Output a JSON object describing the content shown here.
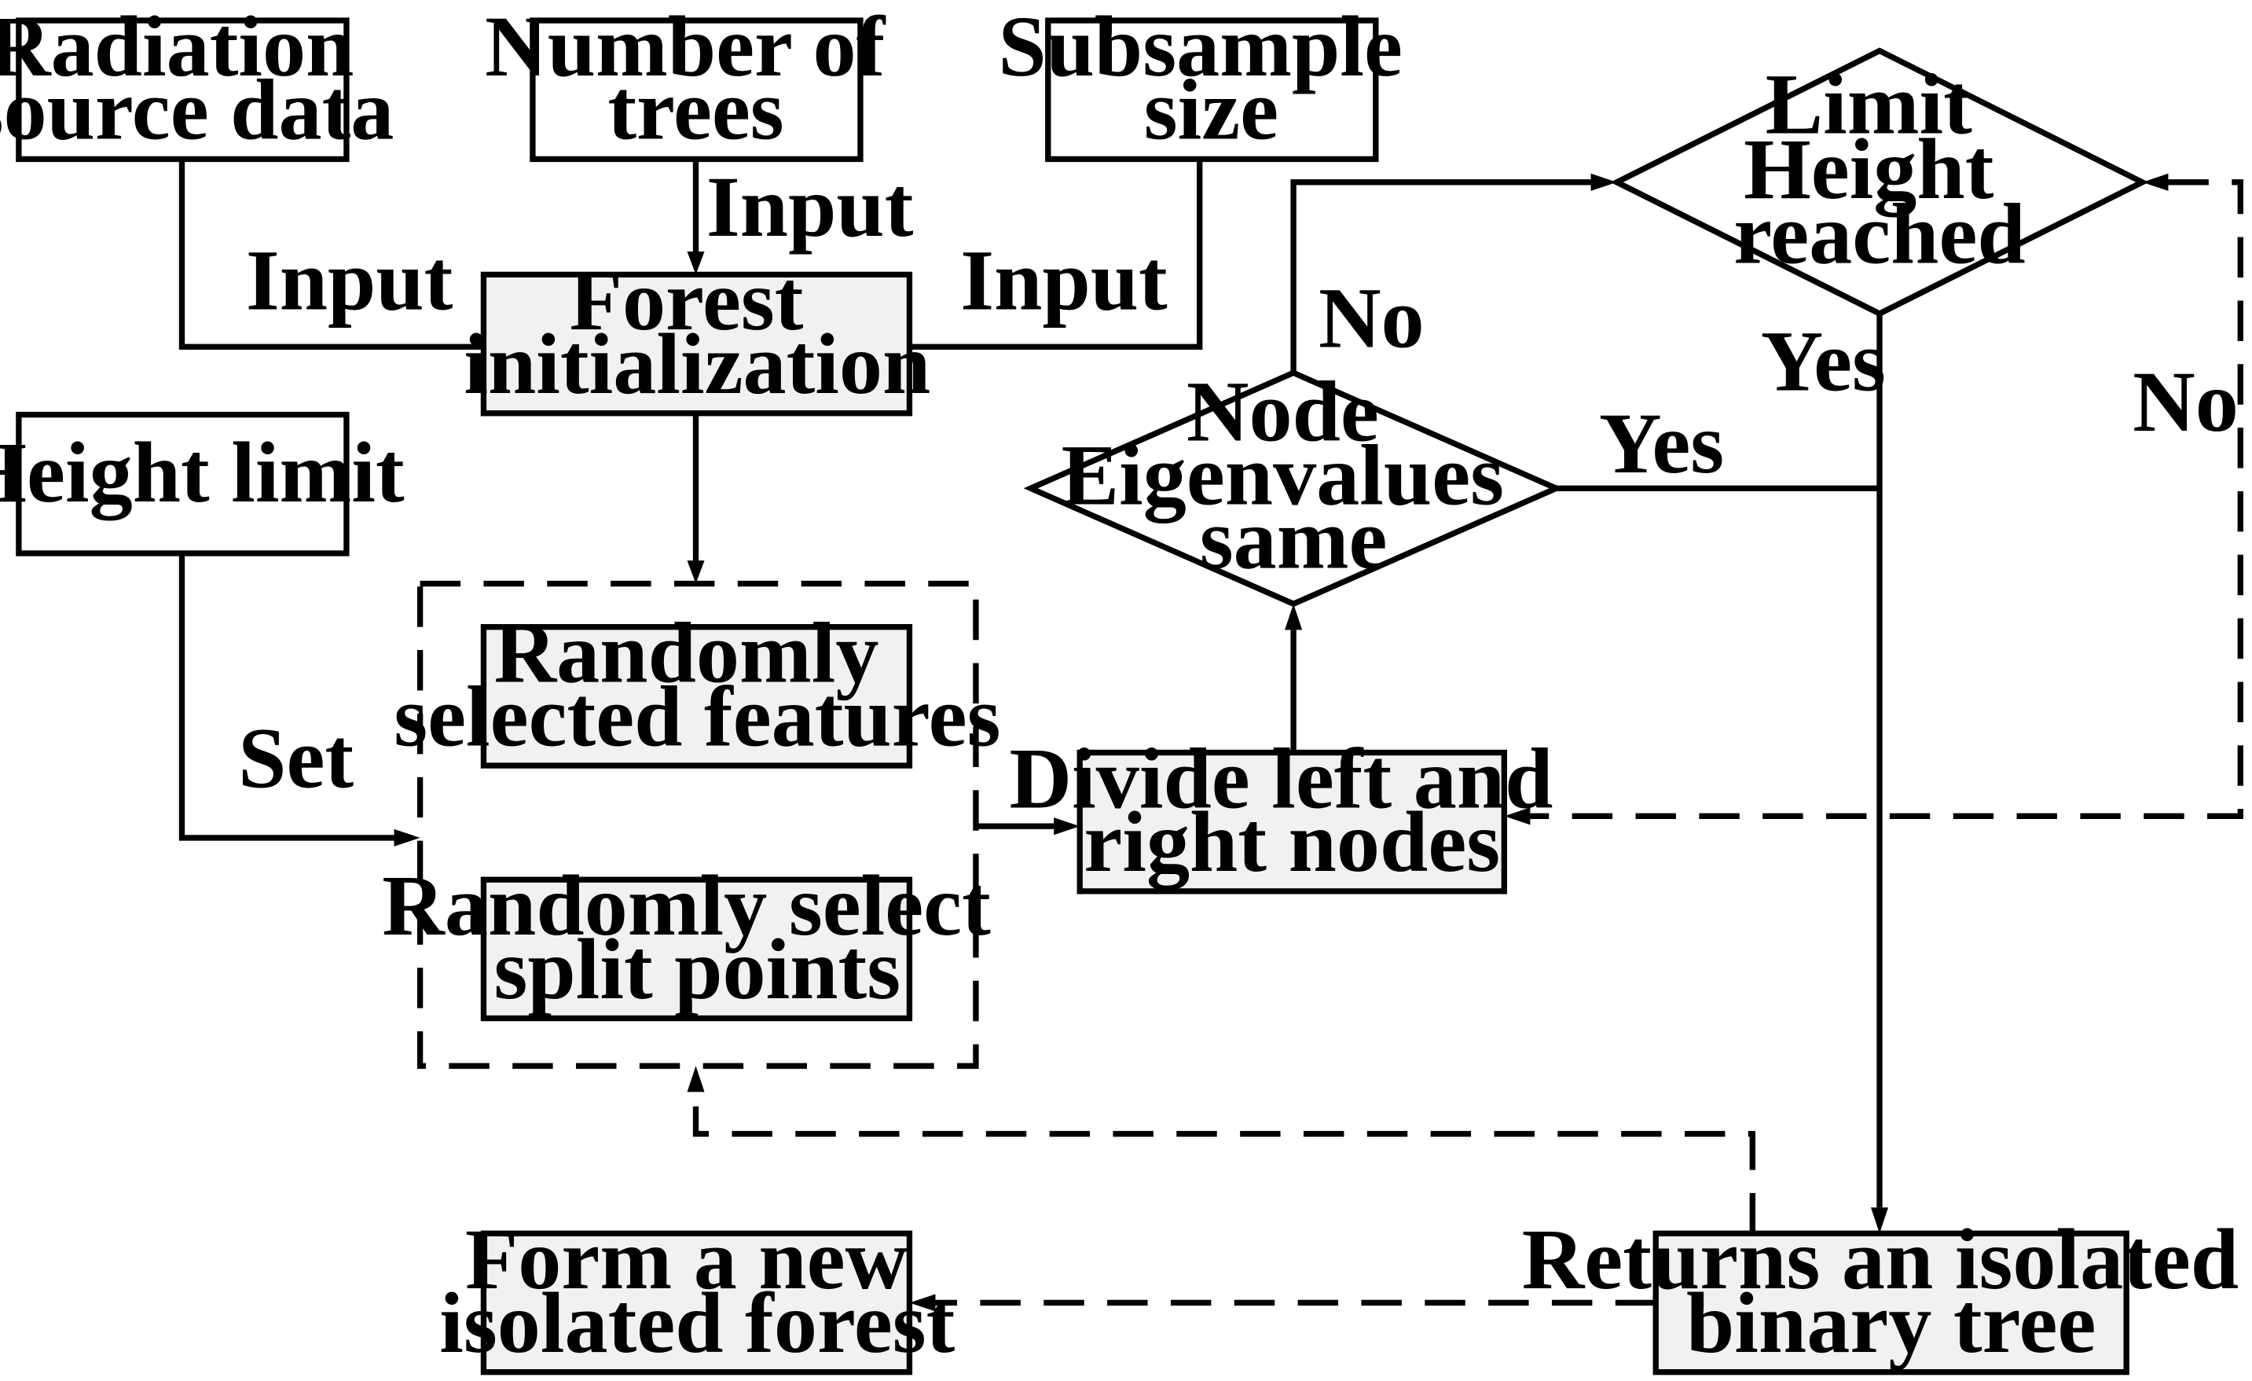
{
  "nodes": {
    "radiation_source_data": [
      "Radiation",
      "source data"
    ],
    "number_of_trees": [
      "Number of",
      "trees"
    ],
    "subsample_size": [
      "Subsample",
      "size"
    ],
    "forest_initialization": [
      "Forest",
      "initialization"
    ],
    "height_limit": [
      "Height limit"
    ],
    "randomly_selected_features": [
      "Randomly",
      "selected features"
    ],
    "randomly_select_split_points": [
      "Randomly select",
      "split points"
    ],
    "divide_left_right_nodes": [
      "Divide left and",
      "right nodes"
    ],
    "node_eigenvalues_same": [
      "Node",
      "Eigenvalues",
      "same"
    ],
    "limit_height_reached": [
      "Limit",
      "Height",
      "reached"
    ],
    "returns_isolated_binary_tree": [
      "Returns an isolated",
      "binary tree"
    ],
    "form_new_isolated_forest": [
      "Form a new",
      "isolated forest"
    ]
  },
  "edge_labels": {
    "input_radiation": "Input",
    "input_trees": "Input",
    "input_subsample": "Input",
    "set_height": "Set",
    "no_eigen": "No",
    "yes_eigen": "Yes",
    "yes_limit": "Yes",
    "no_limit": "No"
  }
}
